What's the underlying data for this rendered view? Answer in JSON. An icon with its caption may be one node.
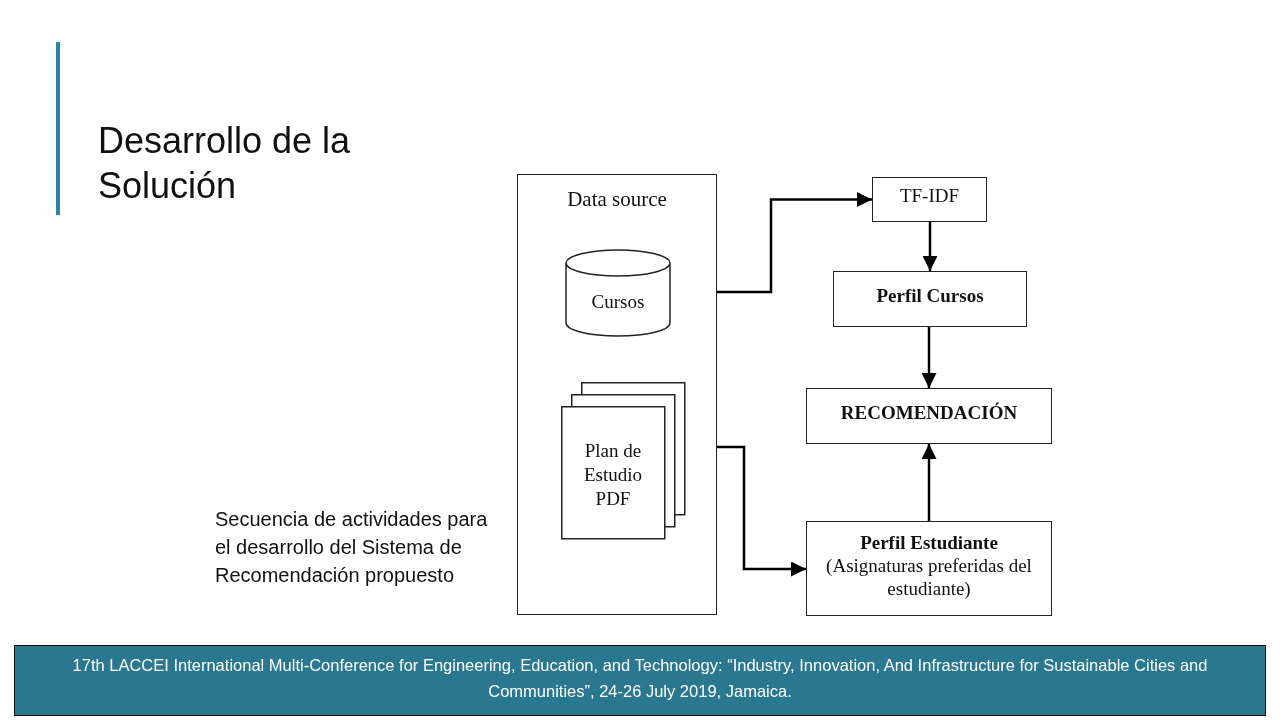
{
  "diagram": {
    "title": "Desarrollo de la Solución",
    "nodes": [
      {
        "text": [
          "Data source"
        ]
      },
      {
        "text": [
          "Cursos"
        ],
        "in": 0
      },
      {
        "text": [
          "Plan de Estudio PDF"
        ],
        "in": 0
      },
      {
        "text": [
          "TF-IDF"
        ]
      },
      {
        "text": [
          "Perfil Cursos"
        ]
      },
      {
        "text": [
          "RECOMENDACIÓN"
        ]
      },
      {
        "text": [
          "Perfil Estudiante",
          "(Asignaturas preferidas del estudiante)"
        ]
      }
    ],
    "edges": [
      {
        "from": 1,
        "to": 3,
        "arrow": "to"
      },
      {
        "from": 3,
        "to": 4,
        "arrow": "to"
      },
      {
        "from": 4,
        "to": 5,
        "arrow": "to"
      },
      {
        "from": 2,
        "to": 6,
        "arrow": "to"
      },
      {
        "from": 6,
        "to": 5,
        "arrow": "to"
      }
    ],
    "labels": [
      "Secuencia de actividades para el desarrollo del Sistema de Recomendación propuesto",
      "17th LACCEI International Multi-Conference for Engineering, Education, and Technology: “Industry, Innovation, And Infrastructure for Sustainable Cities and Communities”, 24-26 July 2019, Jamaica."
    ]
  }
}
